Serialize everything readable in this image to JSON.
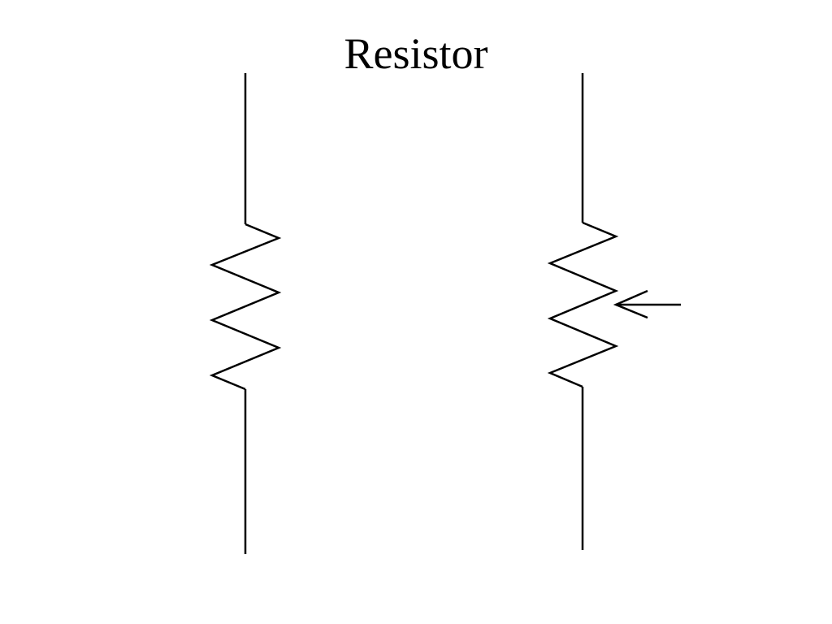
{
  "slide": {
    "title": "Resistor"
  },
  "symbols": [
    {
      "name": "fixed-resistor",
      "has_arrow": false
    },
    {
      "name": "variable-resistor",
      "has_arrow": true
    }
  ],
  "colors": {
    "background": "#ffffff",
    "stroke": "#000000",
    "text": "#000000"
  }
}
